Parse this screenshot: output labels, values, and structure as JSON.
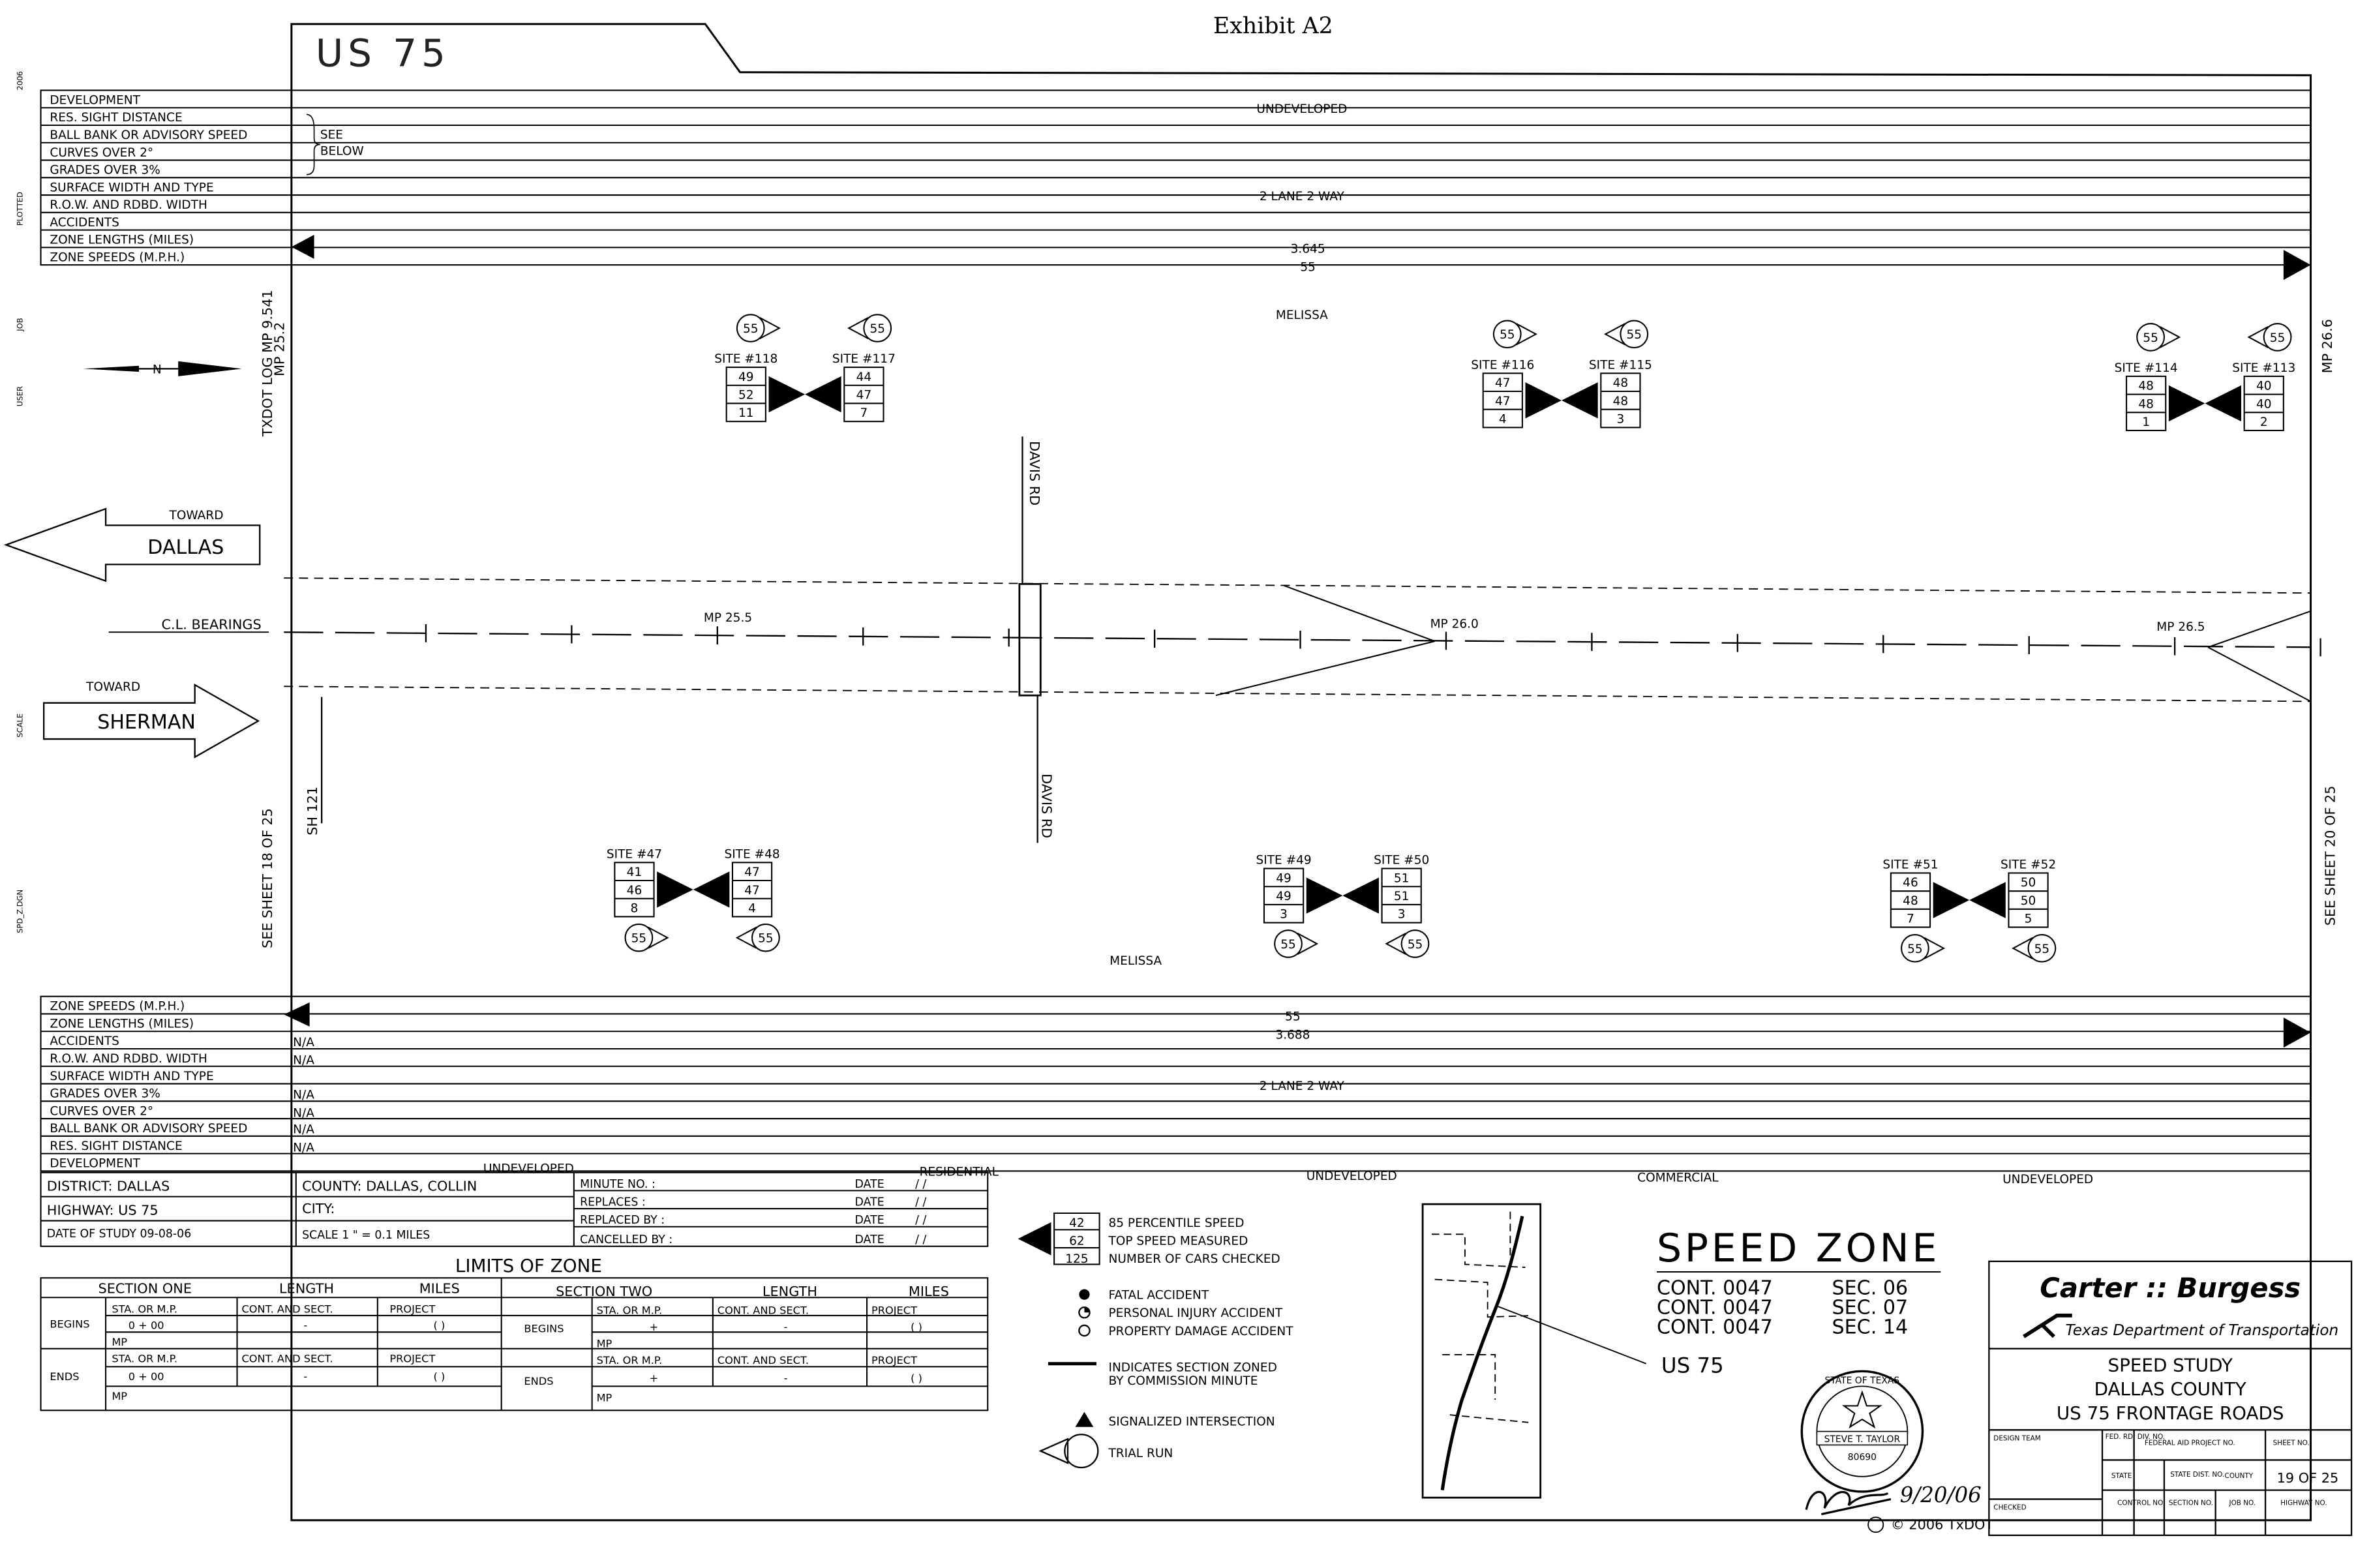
{
  "exhibit_title": "Exhibit A2",
  "highway_header": "US 75",
  "side_stamp": {
    "top": "2006",
    "plotted": "PLOTTED",
    "job": "JOB",
    "user": "USER",
    "scale": "SCALE",
    "file": "SPD_Z.DGN"
  },
  "upper_rows": {
    "labels": [
      "DEVELOPMENT",
      "RES. SIGHT DISTANCE",
      "BALL BANK OR ADVISORY SPEED",
      "CURVES OVER 2°",
      "GRADES OVER 3%",
      "SURFACE WIDTH AND TYPE",
      "R.O.W. AND RDBD. WIDTH",
      "ACCIDENTS",
      "ZONE LENGTHS (MILES)",
      "ZONE SPEEDS (M.P.H.)"
    ],
    "see_below_1": "SEE",
    "see_below_2": "BELOW",
    "undeveloped": "UNDEVELOPED",
    "lane_type": "2 LANE 2 WAY",
    "zone_length": "3.645",
    "zone_speed": "55"
  },
  "plan": {
    "txdot_log": "TXDOT LOG MP 9.541",
    "mp_left_top": "MP 25.2",
    "mp_right_top": "MP 26.6",
    "see_sheet_left": "SEE SHEET 18 OF 25",
    "see_sheet_right": "SEE SHEET 20 OF 25",
    "north": "N",
    "toward_top": "TOWARD",
    "dallas": "DALLAS",
    "toward_bottom": "TOWARD",
    "sherman": "SHERMAN",
    "cl_bearings": "C.L. BEARINGS",
    "davis_rd_top": "DAVIS RD",
    "davis_rd_bottom": "DAVIS RD",
    "sh121": "SH 121",
    "melissa_top": "MELISSA",
    "melissa_bottom": "MELISSA",
    "mp_markers": [
      "MP 25.5",
      "MP 26.0",
      "MP 26.5"
    ]
  },
  "sites": {
    "top": [
      {
        "left_label": "SITE #118",
        "left": [
          "49",
          "52",
          "11"
        ],
        "right_label": "SITE #117",
        "right": [
          "44",
          "47",
          "7"
        ],
        "speed_left": "55",
        "speed_right": "55"
      },
      {
        "left_label": "SITE #116",
        "left": [
          "47",
          "47",
          "4"
        ],
        "right_label": "SITE #115",
        "right": [
          "48",
          "48",
          "3"
        ],
        "speed_left": "55",
        "speed_right": "55"
      },
      {
        "left_label": "SITE #114",
        "left": [
          "48",
          "48",
          "1"
        ],
        "right_label": "SITE #113",
        "right": [
          "40",
          "40",
          "2"
        ],
        "speed_left": "55",
        "speed_right": "55"
      }
    ],
    "bottom": [
      {
        "left_label": "SITE #47",
        "left": [
          "41",
          "46",
          "8"
        ],
        "right_label": "SITE #48",
        "right": [
          "47",
          "47",
          "4"
        ],
        "speed_left": "55",
        "speed_right": "55"
      },
      {
        "left_label": "SITE #49",
        "left": [
          "49",
          "49",
          "3"
        ],
        "right_label": "SITE #50",
        "right": [
          "51",
          "51",
          "3"
        ],
        "speed_left": "55",
        "speed_right": "55"
      },
      {
        "left_label": "SITE #51",
        "left": [
          "46",
          "48",
          "7"
        ],
        "right_label": "SITE #52",
        "right": [
          "50",
          "50",
          "5"
        ],
        "speed_left": "55",
        "speed_right": "55"
      }
    ]
  },
  "lower_rows": {
    "labels": [
      "ZONE SPEEDS (M.P.H.)",
      "ZONE LENGTHS (MILES)",
      "ACCIDENTS",
      "R.O.W. AND RDBD. WIDTH",
      "SURFACE WIDTH AND TYPE",
      "GRADES OVER 3%",
      "CURVES OVER 2°",
      "BALL BANK OR ADVISORY SPEED",
      "RES. SIGHT DISTANCE",
      "DEVELOPMENT"
    ],
    "zone_speed": "55",
    "zone_length": "3.688",
    "na": "N/A",
    "lane_type": "2 LANE 2 WAY",
    "development": [
      "UNDEVELOPED",
      "RESIDENTIAL",
      "UNDEVELOPED",
      "COMMERCIAL",
      "UNDEVELOPED"
    ]
  },
  "info": {
    "district": "DISTRICT:  DALLAS",
    "county": "COUNTY:  DALLAS, COLLIN",
    "highway": "HIGHWAY: US 75",
    "city": "CITY:",
    "date_of_study": "DATE OF STUDY 09-08-06",
    "scale": "SCALE 1 \" = 0.1 MILES",
    "minute_no": "MINUTE NO. :",
    "replaces": "REPLACES :",
    "replaced_by": "REPLACED BY :",
    "cancelled_by": "CANCELLED BY :",
    "date": "DATE",
    "date_blank": "/  /"
  },
  "limits": {
    "title": "LIMITS OF ZONE",
    "section_one": "SECTION ONE",
    "section_two": "SECTION TWO",
    "length": "LENGTH",
    "miles": "MILES",
    "sta_mp": "STA. OR M.P.",
    "cont_sect": "CONT. AND SECT.",
    "project": "PROJECT",
    "begins": "BEGINS",
    "ends": "ENDS",
    "mp": "MP",
    "zero": "0 + 00",
    "plus": "+",
    "dash": "-",
    "paren": "(     )"
  },
  "legend": {
    "sample": [
      "42",
      "62",
      "125"
    ],
    "items": [
      "85 PERCENTILE SPEED",
      "TOP SPEED MEASURED",
      "NUMBER OF CARS CHECKED"
    ],
    "fatal": "FATAL ACCIDENT",
    "injury": "PERSONAL INJURY ACCIDENT",
    "property": "PROPERTY DAMAGE ACCIDENT",
    "zoned_1": "INDICATES SECTION ZONED",
    "zoned_2": "BY COMMISSION MINUTE",
    "signal": "SIGNALIZED INTERSECTION",
    "trial": "TRIAL RUN"
  },
  "map_label": "US 75",
  "speed_zone": {
    "title": "SPEED ZONE",
    "rows": [
      {
        "cont": "CONT.  0047",
        "sec": "SEC.  06"
      },
      {
        "cont": "CONT.  0047",
        "sec": "SEC.  07"
      },
      {
        "cont": "CONT.  0047",
        "sec": "SEC.  14"
      }
    ]
  },
  "seal": {
    "ring": "STATE OF TEXAS",
    "name": "STEVE T. TAYLOR",
    "number": "80690",
    "signature_date": "9/20/06",
    "copyright": "© 2006 TxDOT"
  },
  "title_block": {
    "firm": "Carter :: Burgess",
    "agency": "Texas Department of Transportation",
    "line1": "SPEED STUDY",
    "line2": "DALLAS COUNTY",
    "line3": "US 75 FRONTAGE ROADS",
    "design_team": "DESIGN TEAM",
    "checked": "CHECKED",
    "fed_rd": "FED. RD. DIV. NO.",
    "federal_aid": "FEDERAL AID PROJECT NO.",
    "sheet_no": "SHEET NO.",
    "state": "STATE",
    "state_dist": "STATE DIST. NO.",
    "county": "COUNTY",
    "sheet_value": "19 OF 25",
    "control": "CONTROL NO.",
    "section": "SECTION NO.",
    "job": "JOB NO.",
    "highway": "HIGHWAY NO."
  }
}
